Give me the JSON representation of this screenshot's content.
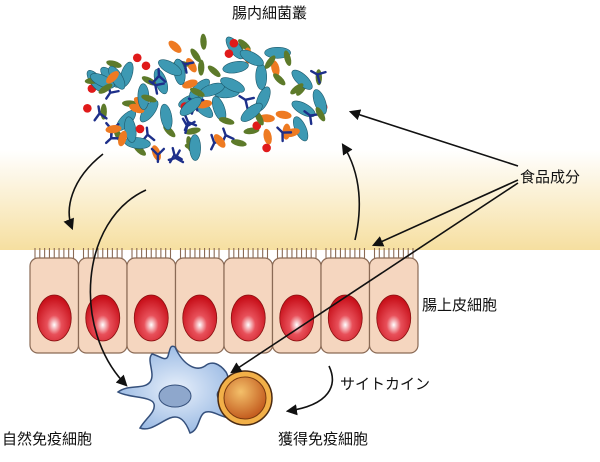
{
  "labels": {
    "microbiota": "腸内細菌叢",
    "food_components": "食品成分",
    "epithelial_cells": "腸上皮細胞",
    "cytokine": "サイトカイン",
    "innate_immune_cells": "自然免疫細胞",
    "acquired_immune_cells": "獲得免疫細胞"
  },
  "colors": {
    "lumen_gradient_top": "#ffffff",
    "lumen_gradient_bottom": "#f6dfa0",
    "cell_fill": "#f5d6bf",
    "cell_stroke": "#8a6a55",
    "nucleus": "#d01418",
    "bacteria_teal": "#3d99b3",
    "bacteria_olive": "#5d7a2a",
    "bacteria_orange": "#ee7a22",
    "bacteria_red": "#e01a1a",
    "antibody_blue": "#1d2f8a",
    "dendritic_cell": "#a9c6ec",
    "lymphocyte_outer": "#e8a23a",
    "lymphocyte_inner": "#c8501a"
  }
}
